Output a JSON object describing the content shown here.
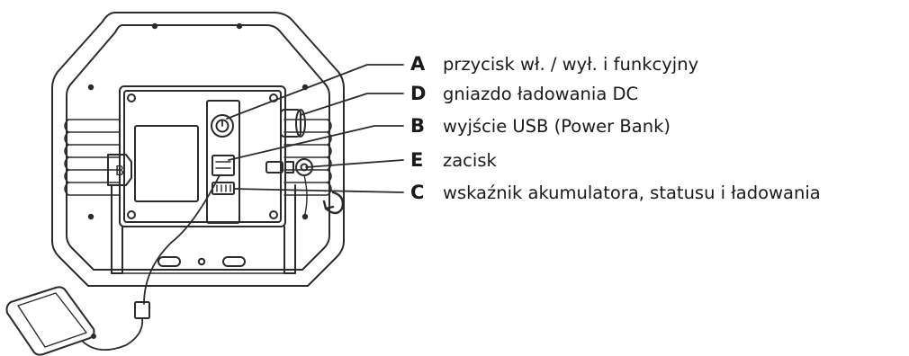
{
  "diagram": {
    "inlay_letter": "B",
    "callouts": [
      {
        "letter": "A",
        "text": "przycisk wł. / wył. i funkcyjny"
      },
      {
        "letter": "D",
        "text": "gniazdo ładowania DC"
      },
      {
        "letter": "B",
        "text": "wyjście USB (Power Bank)"
      },
      {
        "letter": "E",
        "text": "zacisk"
      },
      {
        "letter": "C",
        "text": "wskaźnik akumulatora, statusu i ładowania"
      }
    ]
  },
  "colors": {
    "line": "#2b2b2b",
    "text": "#1a1a1a",
    "background": "#ffffff"
  }
}
